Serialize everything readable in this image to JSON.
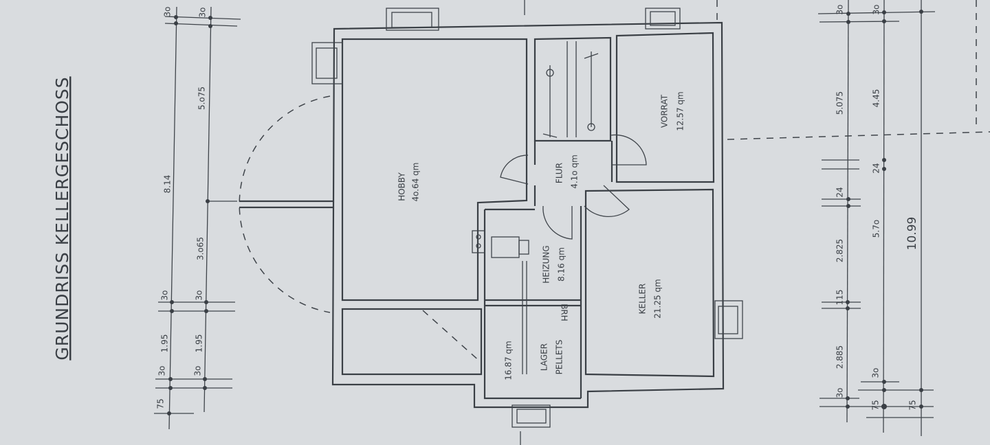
{
  "title": "GRUNDRISS KELLERGESCHOSS",
  "rooms": {
    "hobby": {
      "name": "HOBBY",
      "area": "4o.64 qm"
    },
    "flur": {
      "name": "FLUR",
      "area": "4.1o qm"
    },
    "vorrat": {
      "name": "VORRAT",
      "area": "12.57 qm"
    },
    "heizung": {
      "name": "HEIZUNG",
      "area": "8.16 qm"
    },
    "keller": {
      "name": "KELLER",
      "area": "21.25 qm"
    },
    "lager": {
      "name1": "LAGER",
      "name2": "PELLETS",
      "area": "16.87 qm"
    },
    "brh": "BRH"
  },
  "dims_left": {
    "a": [
      "3o",
      "8.14",
      "3o",
      "1.95",
      "3o",
      "75"
    ],
    "b": [
      "3o",
      "5.o75",
      "3.o65",
      "3o",
      "1.95",
      "3o"
    ]
  },
  "dims_right": {
    "a": [
      "3o",
      "5.075",
      "24",
      "2.825",
      "115",
      "2.885",
      "3o"
    ],
    "b": [
      "3o",
      "4.45",
      "24",
      "5.7o",
      "3o",
      "75"
    ],
    "c": [
      "10.99",
      "75"
    ]
  },
  "colors": {
    "paper": "#d9dcdf",
    "ink": "#3a3f45"
  }
}
